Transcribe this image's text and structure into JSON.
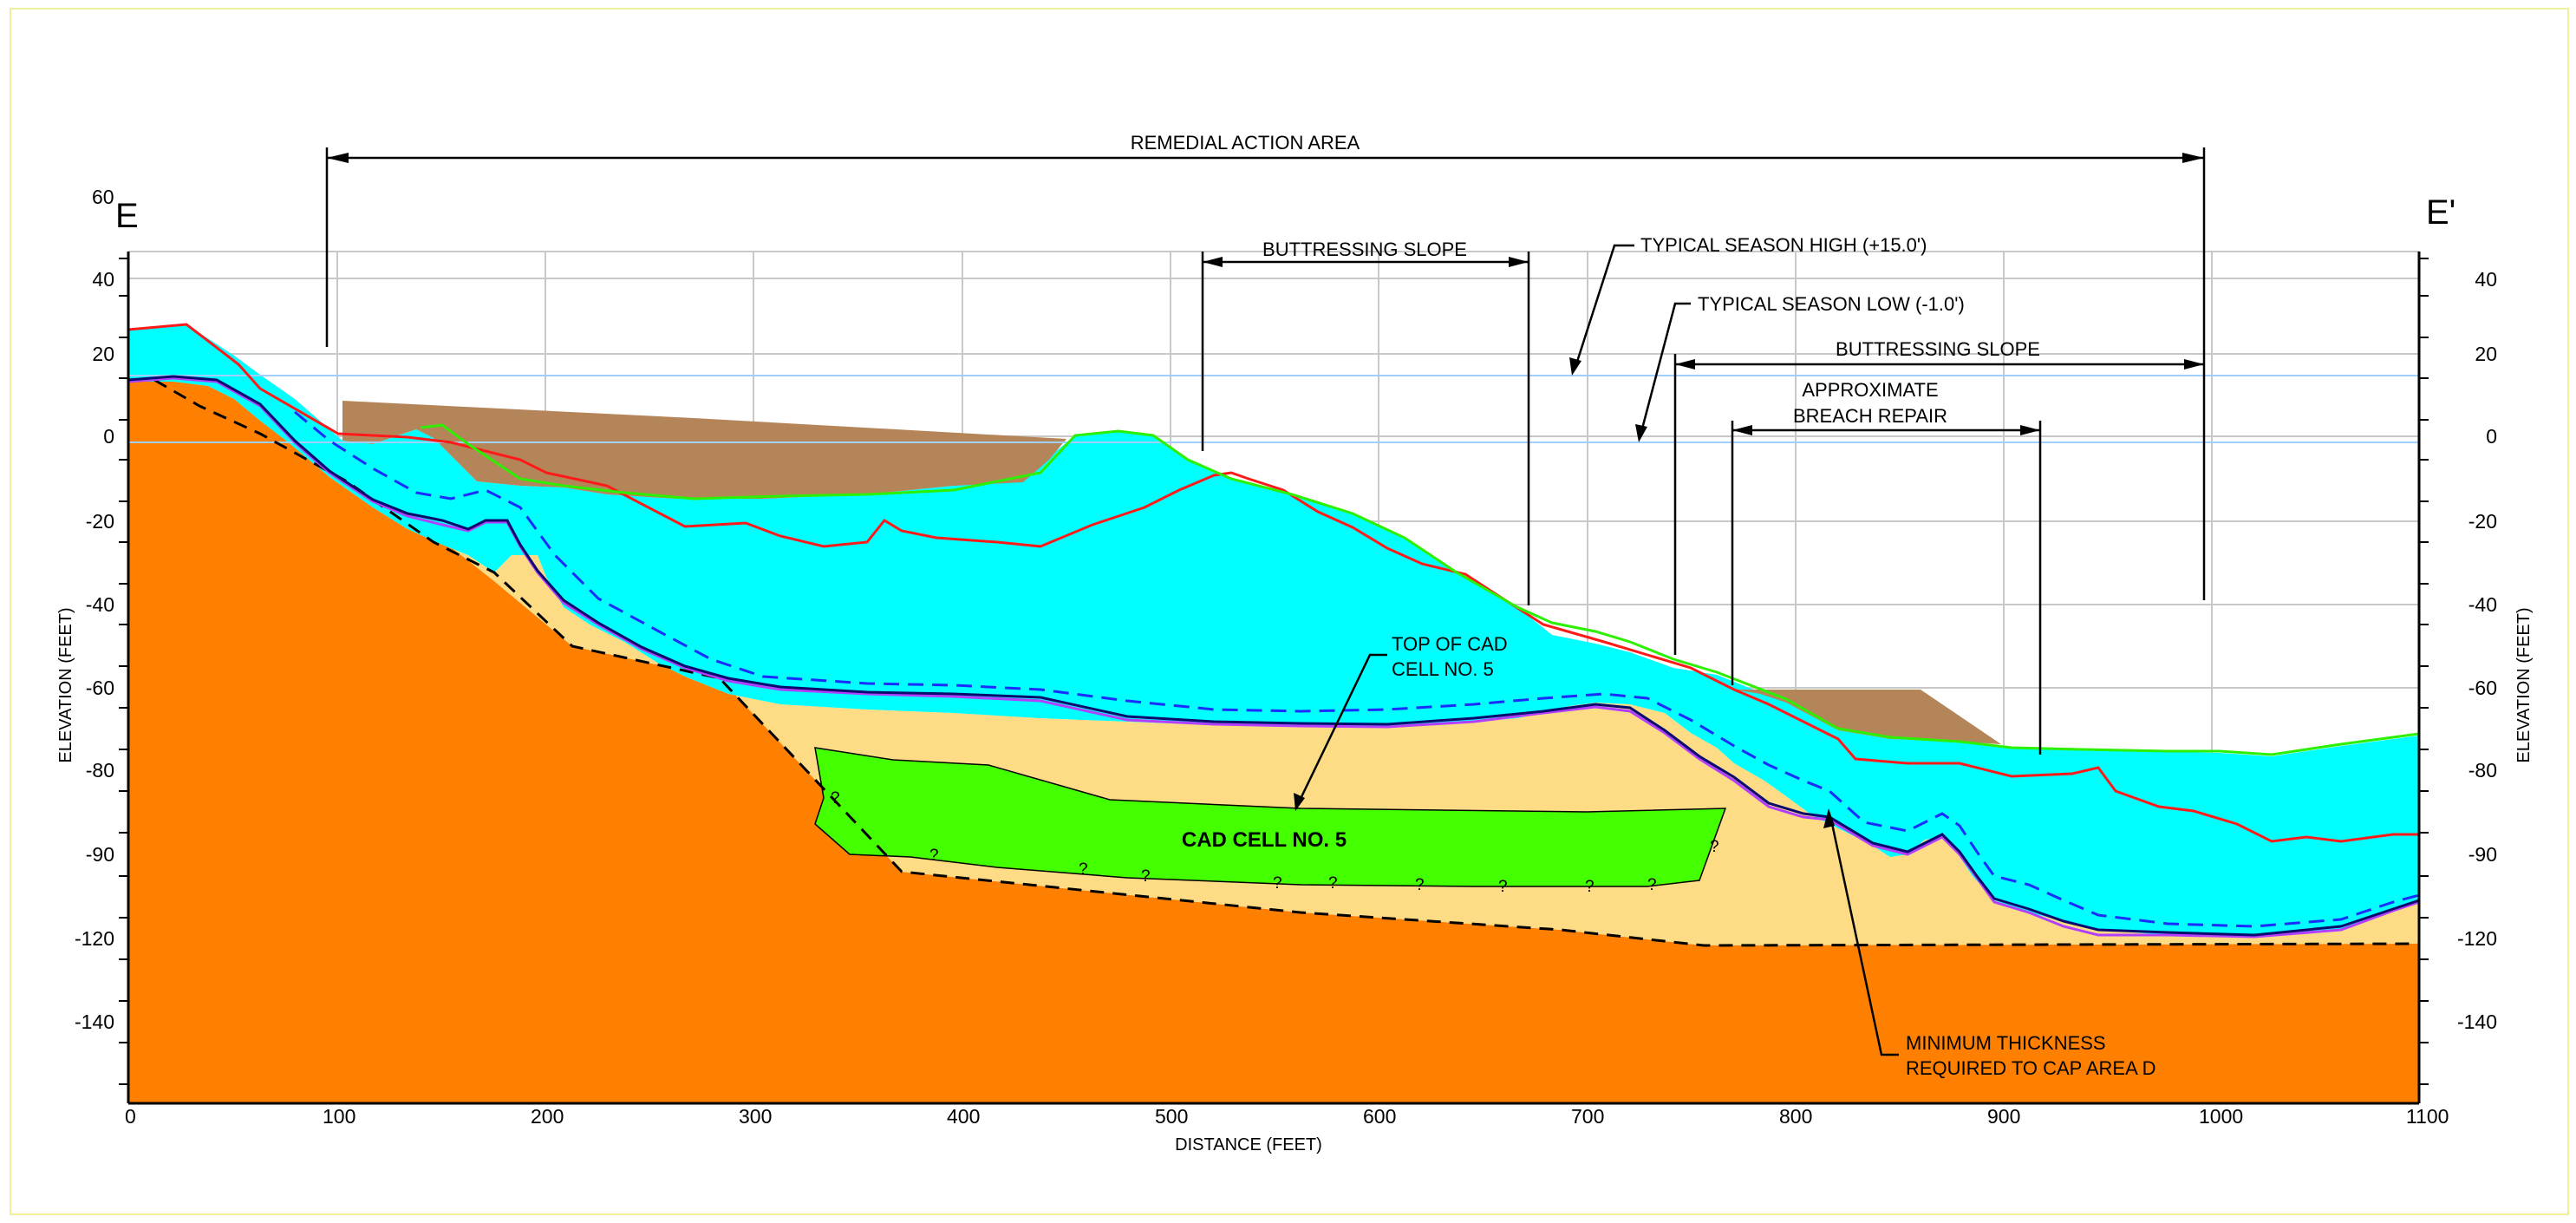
{
  "section": {
    "left_label": "E",
    "right_label": "E'",
    "top_label": "60"
  },
  "axes": {
    "xlabel": "DISTANCE (FEET)",
    "ylabel": "ELEVATION (FEET)",
    "x_ticks": [
      "0",
      "100",
      "200",
      "300",
      "400",
      "500",
      "600",
      "700",
      "800",
      "900",
      "1000",
      "1100"
    ],
    "y_ticks_left": [
      "40",
      "20",
      "0",
      "-20",
      "-40",
      "-60",
      "-80",
      "-90",
      "-120",
      "-140"
    ],
    "y_ticks_right": [
      "40",
      "20",
      "0",
      "-20",
      "-40",
      "-60",
      "-80",
      "-90",
      "-120",
      "-140"
    ]
  },
  "annotations": {
    "remedial_action_area": "REMEDIAL ACTION AREA",
    "buttressing_slope_left": "BUTTRESSING SLOPE",
    "buttressing_slope_right": "BUTTRESSING SLOPE",
    "season_high": "TYPICAL SEASON HIGH (+15.0')",
    "season_low": "TYPICAL SEASON LOW (-1.0')",
    "breach_repair_line1": "APPROXIMATE",
    "breach_repair_line2": "BREACH REPAIR",
    "top_of_cad_line1": "TOP OF CAD",
    "top_of_cad_line2": "CELL NO. 5",
    "cad_cell": "CAD CELL NO. 5",
    "min_thickness_line1": "MINIMUM THICKNESS",
    "min_thickness_line2": "REQUIRED TO CAP AREA D",
    "question_mark": "?"
  },
  "colors": {
    "bedrock": "#ff8000",
    "sand": "#fddc85",
    "water_sediment": "#00ffff",
    "cad_cell": "#44ff00",
    "fill_material": "#b5855a",
    "grid": "#c8c8c8",
    "water_level": "#9fd0ff",
    "red_line": "#ff1a1a",
    "purple_line": "#b23fff",
    "navy_line": "#0b0b6e",
    "frame": "#f2ef9a"
  }
}
